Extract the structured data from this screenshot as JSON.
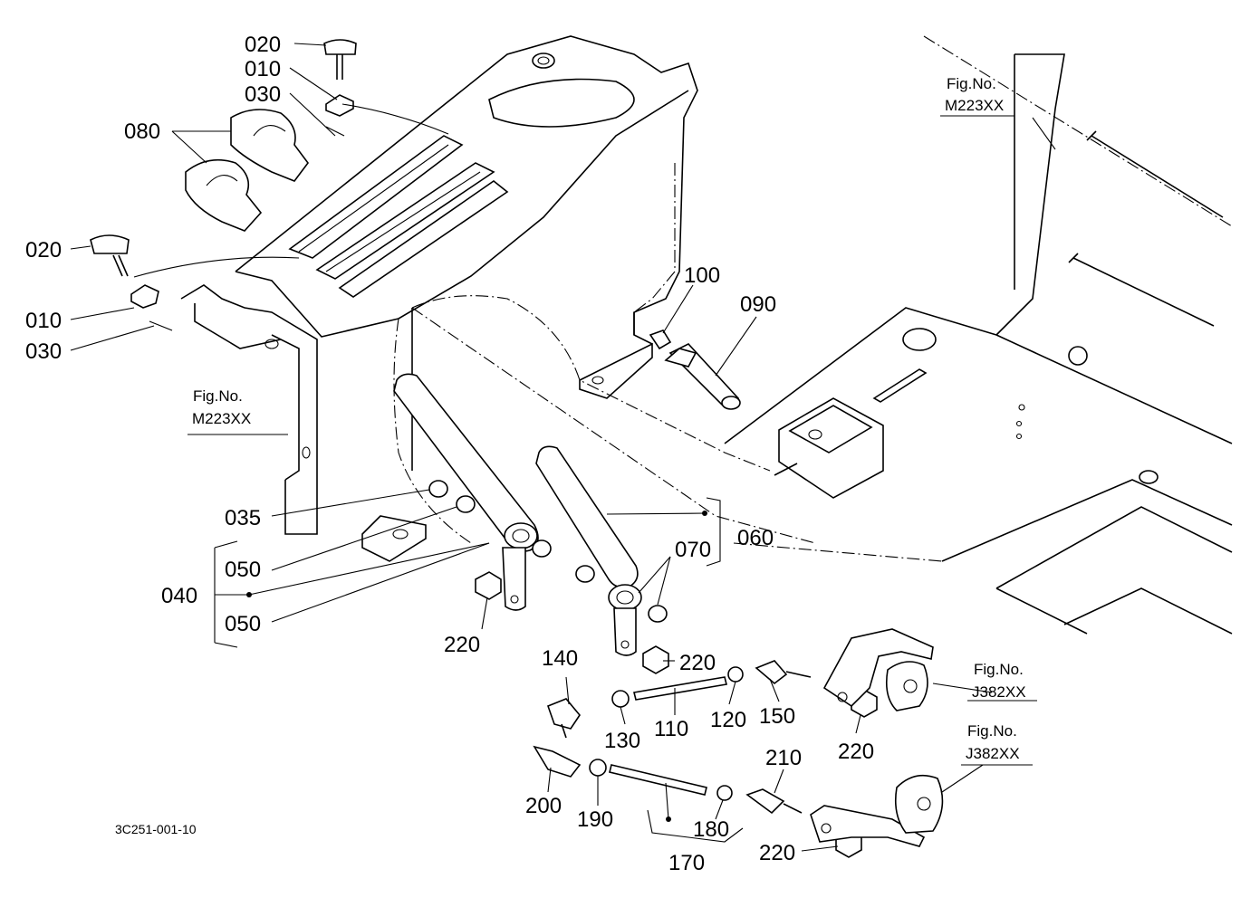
{
  "drawing_code": "3C251-001-10",
  "figure_refs": {
    "fig_no_label": "Fig.No.",
    "m223_top": "M223XX",
    "m223_left": "M223XX",
    "j382_upper": "J382XX",
    "j382_lower": "J382XX"
  },
  "part_labels": {
    "p020_top": "020",
    "p010_top": "010",
    "p030_top": "030",
    "p080": "080",
    "p020_left": "020",
    "p010_left": "010",
    "p030_left": "030",
    "p035": "035",
    "p050_a": "050",
    "p050_b": "050",
    "p040": "040",
    "p220_a": "220",
    "p060": "060",
    "p070": "070",
    "p100": "100",
    "p090": "090",
    "p220_b": "220",
    "p140": "140",
    "p130": "130",
    "p110": "110",
    "p120": "120",
    "p150": "150",
    "p220_c": "220",
    "p200": "200",
    "p190": "190",
    "p180": "180",
    "p170": "170",
    "p210": "210",
    "p220_d": "220"
  }
}
